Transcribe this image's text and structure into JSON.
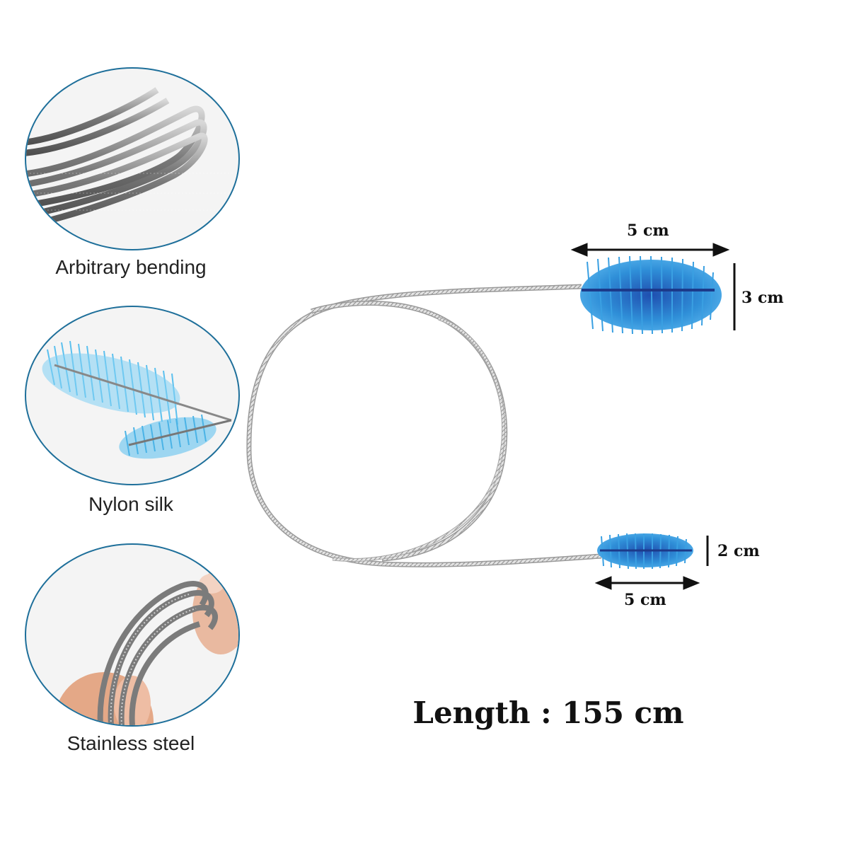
{
  "features": [
    {
      "label": "Arbitrary bending",
      "icon": "steel-coil-bending-photo"
    },
    {
      "label": "Nylon silk",
      "icon": "nylon-brush-head-photo"
    },
    {
      "label": "Stainless steel",
      "icon": "hand-bending-steel-photo"
    }
  ],
  "dimensions": {
    "large_brush_length": "5 cm",
    "large_brush_diameter": "3 cm",
    "small_brush_diameter": "2 cm",
    "small_brush_length": "5 cm"
  },
  "total_length": "Length : 155 cm",
  "colors": {
    "circle_border": "#1e6f9a",
    "brush_blue": "#2f8fd8",
    "wire_grey": "#9a9a9a"
  }
}
